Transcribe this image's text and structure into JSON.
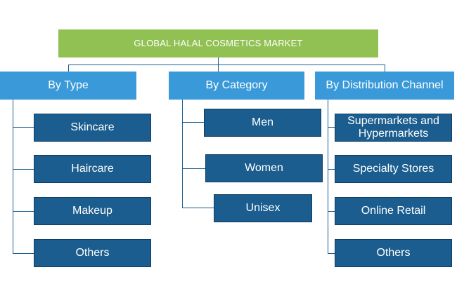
{
  "root": {
    "label": "GLOBAL HALAL COSMETICS MARKET"
  },
  "categories": [
    {
      "label": "By Type"
    },
    {
      "label": "By Category"
    },
    {
      "label": "By Distribution Channel"
    }
  ],
  "type_items": [
    {
      "label": "Skincare"
    },
    {
      "label": "Haircare"
    },
    {
      "label": "Makeup"
    },
    {
      "label": "Others"
    }
  ],
  "category_items": [
    {
      "label": "Men"
    },
    {
      "label": "Women"
    },
    {
      "label": "Unisex"
    }
  ],
  "channel_items": [
    {
      "label": "Supermarkets and Hypermarkets"
    },
    {
      "label": "Specialty Stores"
    },
    {
      "label": "Online Retail"
    },
    {
      "label": "Others"
    }
  ],
  "colors": {
    "root": "#92c153",
    "category": "#3a9ad9",
    "leaf": "#1b5d8e",
    "connector": "#1b5d8e"
  }
}
